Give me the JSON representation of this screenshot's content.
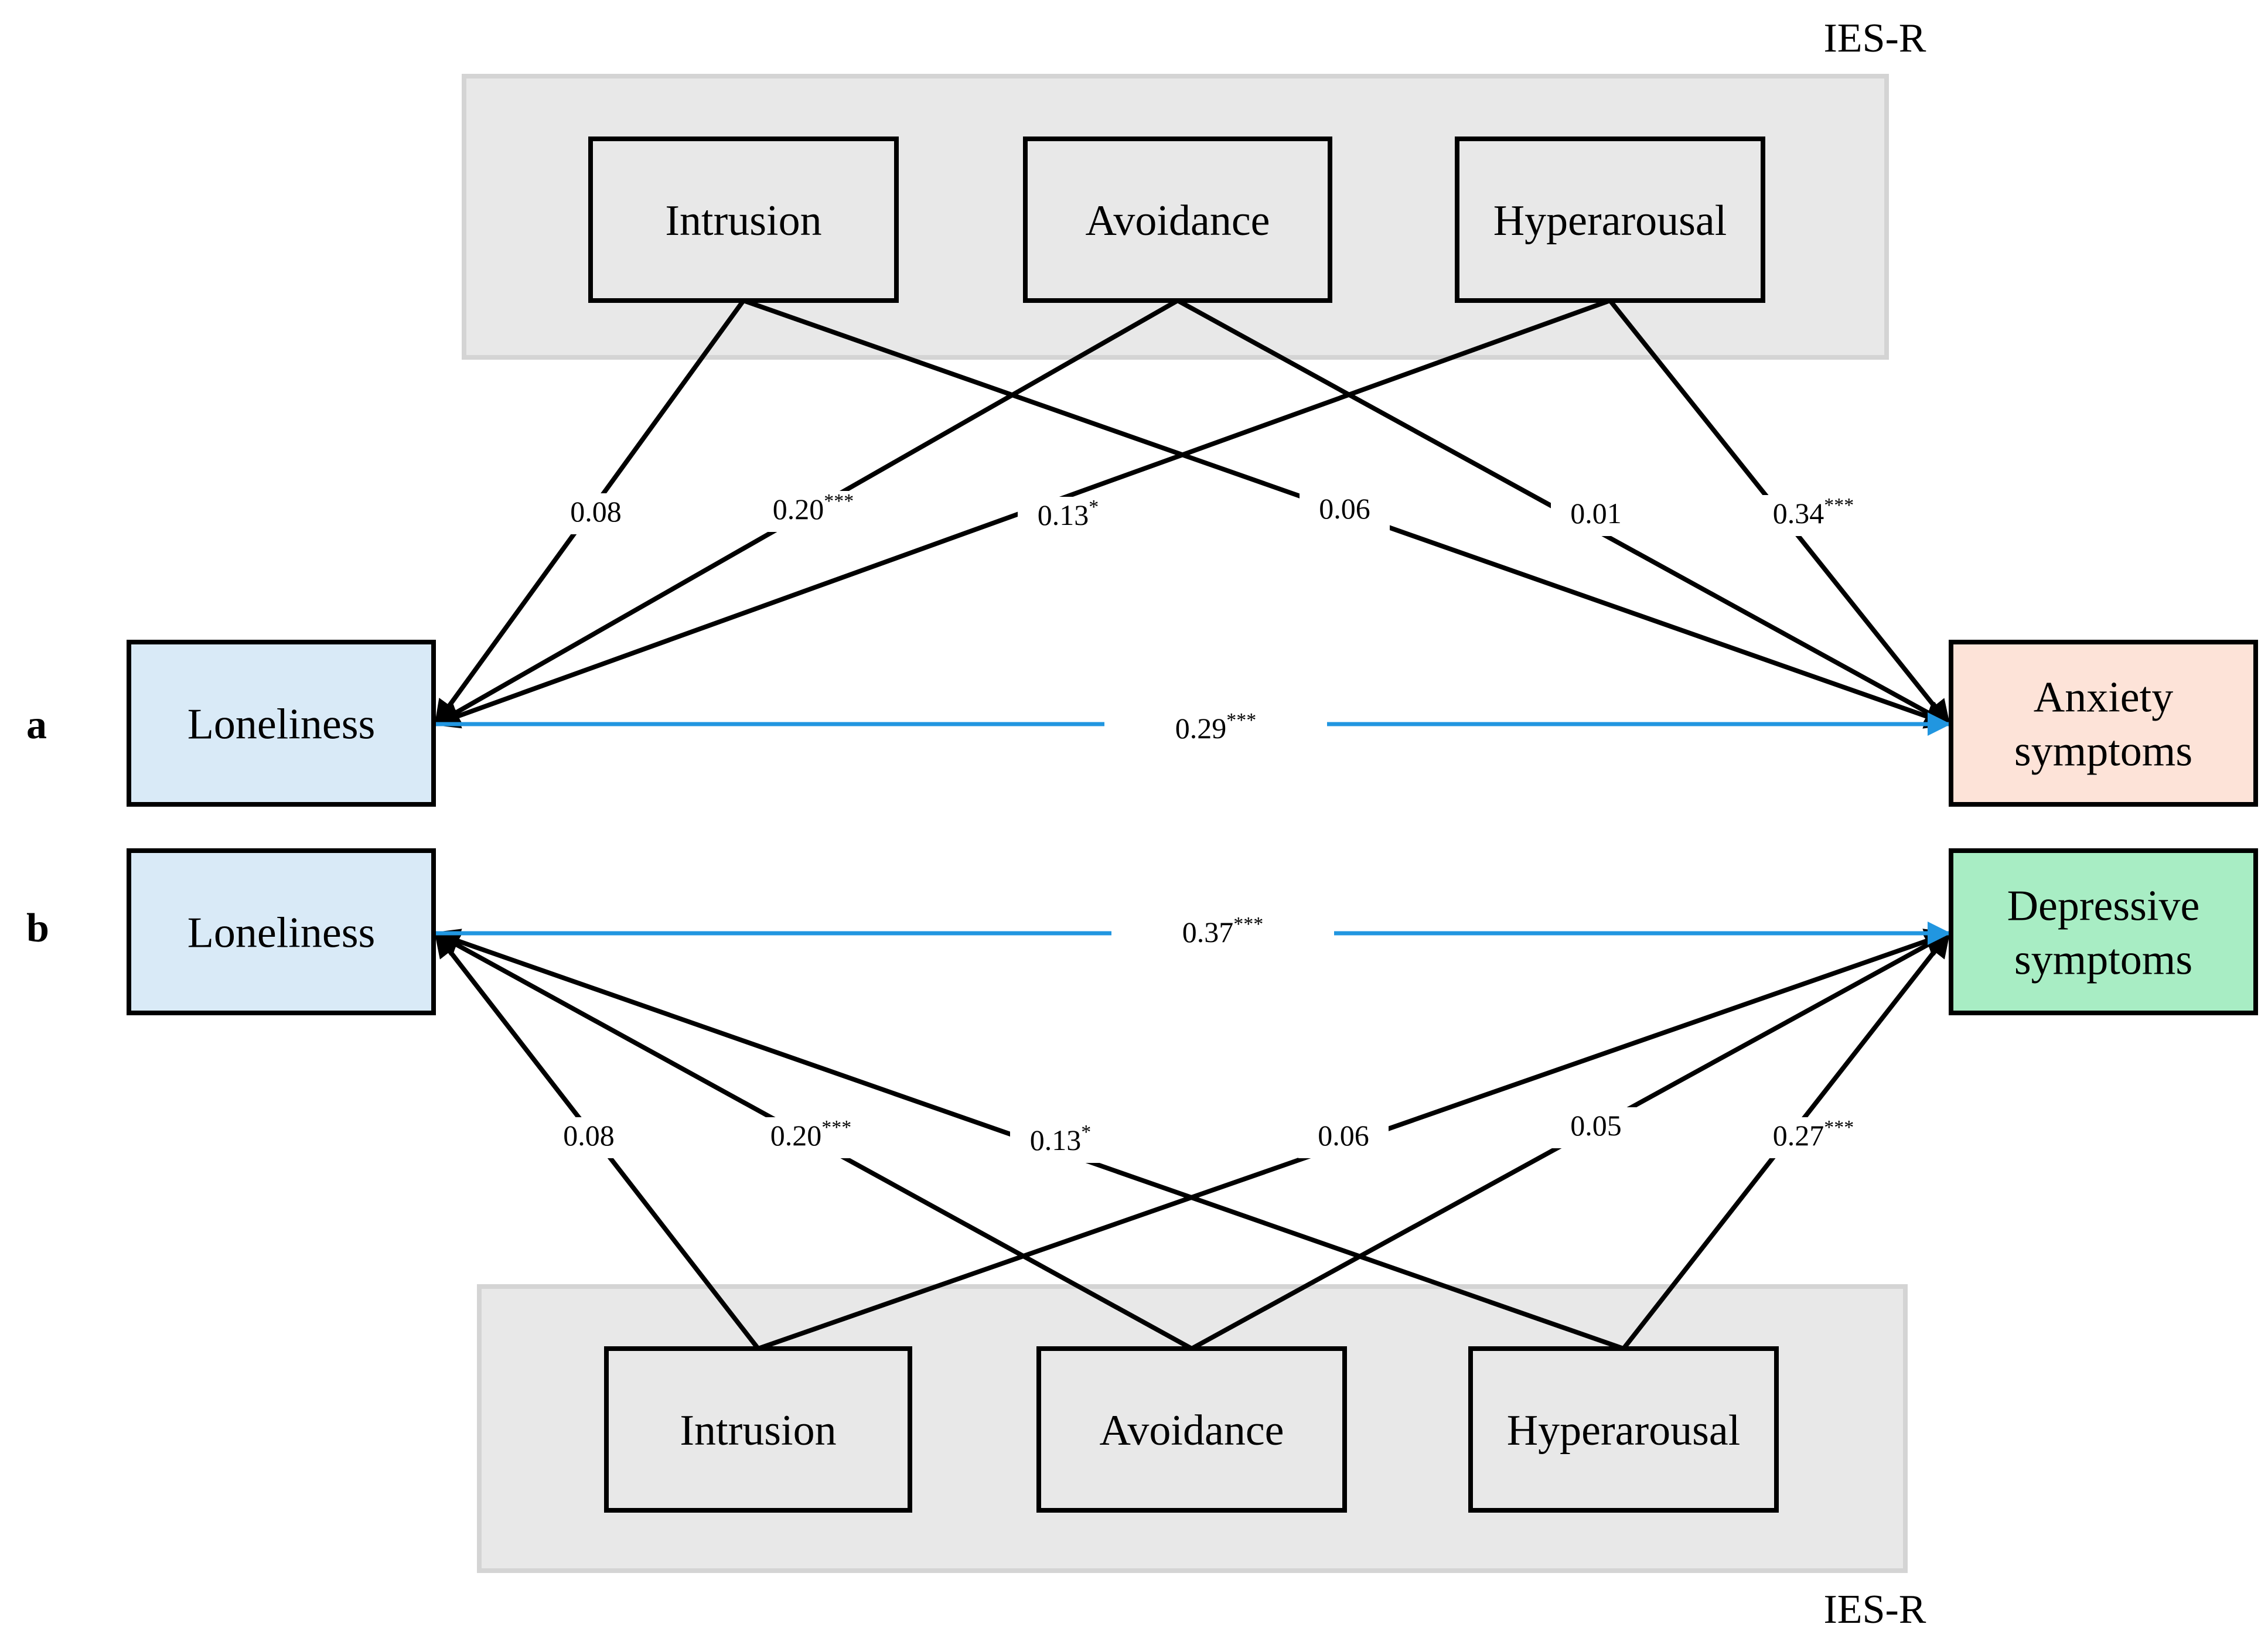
{
  "panels": [
    {
      "id": "a",
      "letter": "a",
      "group_title": "IES-R",
      "predictor": {
        "label": "Loneliness",
        "color": "#d9eaf7"
      },
      "outcome": {
        "label_lines": [
          "Anxiety",
          "symptoms"
        ],
        "color": "#fde3d8"
      },
      "ies_items": [
        "Intrusion",
        "Avoidance",
        "Hyperarousal"
      ],
      "main_path": {
        "value": "0.29",
        "sig": "***",
        "color": "#2196e0"
      },
      "to_predictor": [
        {
          "value": "0.08",
          "sig": ""
        },
        {
          "value": "0.20",
          "sig": "***"
        },
        {
          "value": "0.13",
          "sig": "*"
        }
      ],
      "to_outcome": [
        {
          "value": "0.06",
          "sig": ""
        },
        {
          "value": "0.01",
          "sig": ""
        },
        {
          "value": "0.34",
          "sig": "***"
        }
      ]
    },
    {
      "id": "b",
      "letter": "b",
      "group_title": "IES-R",
      "predictor": {
        "label": "Loneliness",
        "color": "#d9eaf7"
      },
      "outcome": {
        "label_lines": [
          "Depressive",
          "symptoms"
        ],
        "color": "#a8edc4"
      },
      "ies_items": [
        "Intrusion",
        "Avoidance",
        "Hyperarousal"
      ],
      "main_path": {
        "value": "0.37",
        "sig": "***",
        "color": "#2196e0"
      },
      "to_predictor": [
        {
          "value": "0.08",
          "sig": ""
        },
        {
          "value": "0.20",
          "sig": "***"
        },
        {
          "value": "0.13",
          "sig": "*"
        }
      ],
      "to_outcome": [
        {
          "value": "0.06",
          "sig": ""
        },
        {
          "value": "0.05",
          "sig": ""
        },
        {
          "value": "0.27",
          "sig": "***"
        }
      ]
    }
  ],
  "colors": {
    "group_fill": "#e8e8e8",
    "group_border": "#d4d4d4",
    "line": "#000000"
  }
}
